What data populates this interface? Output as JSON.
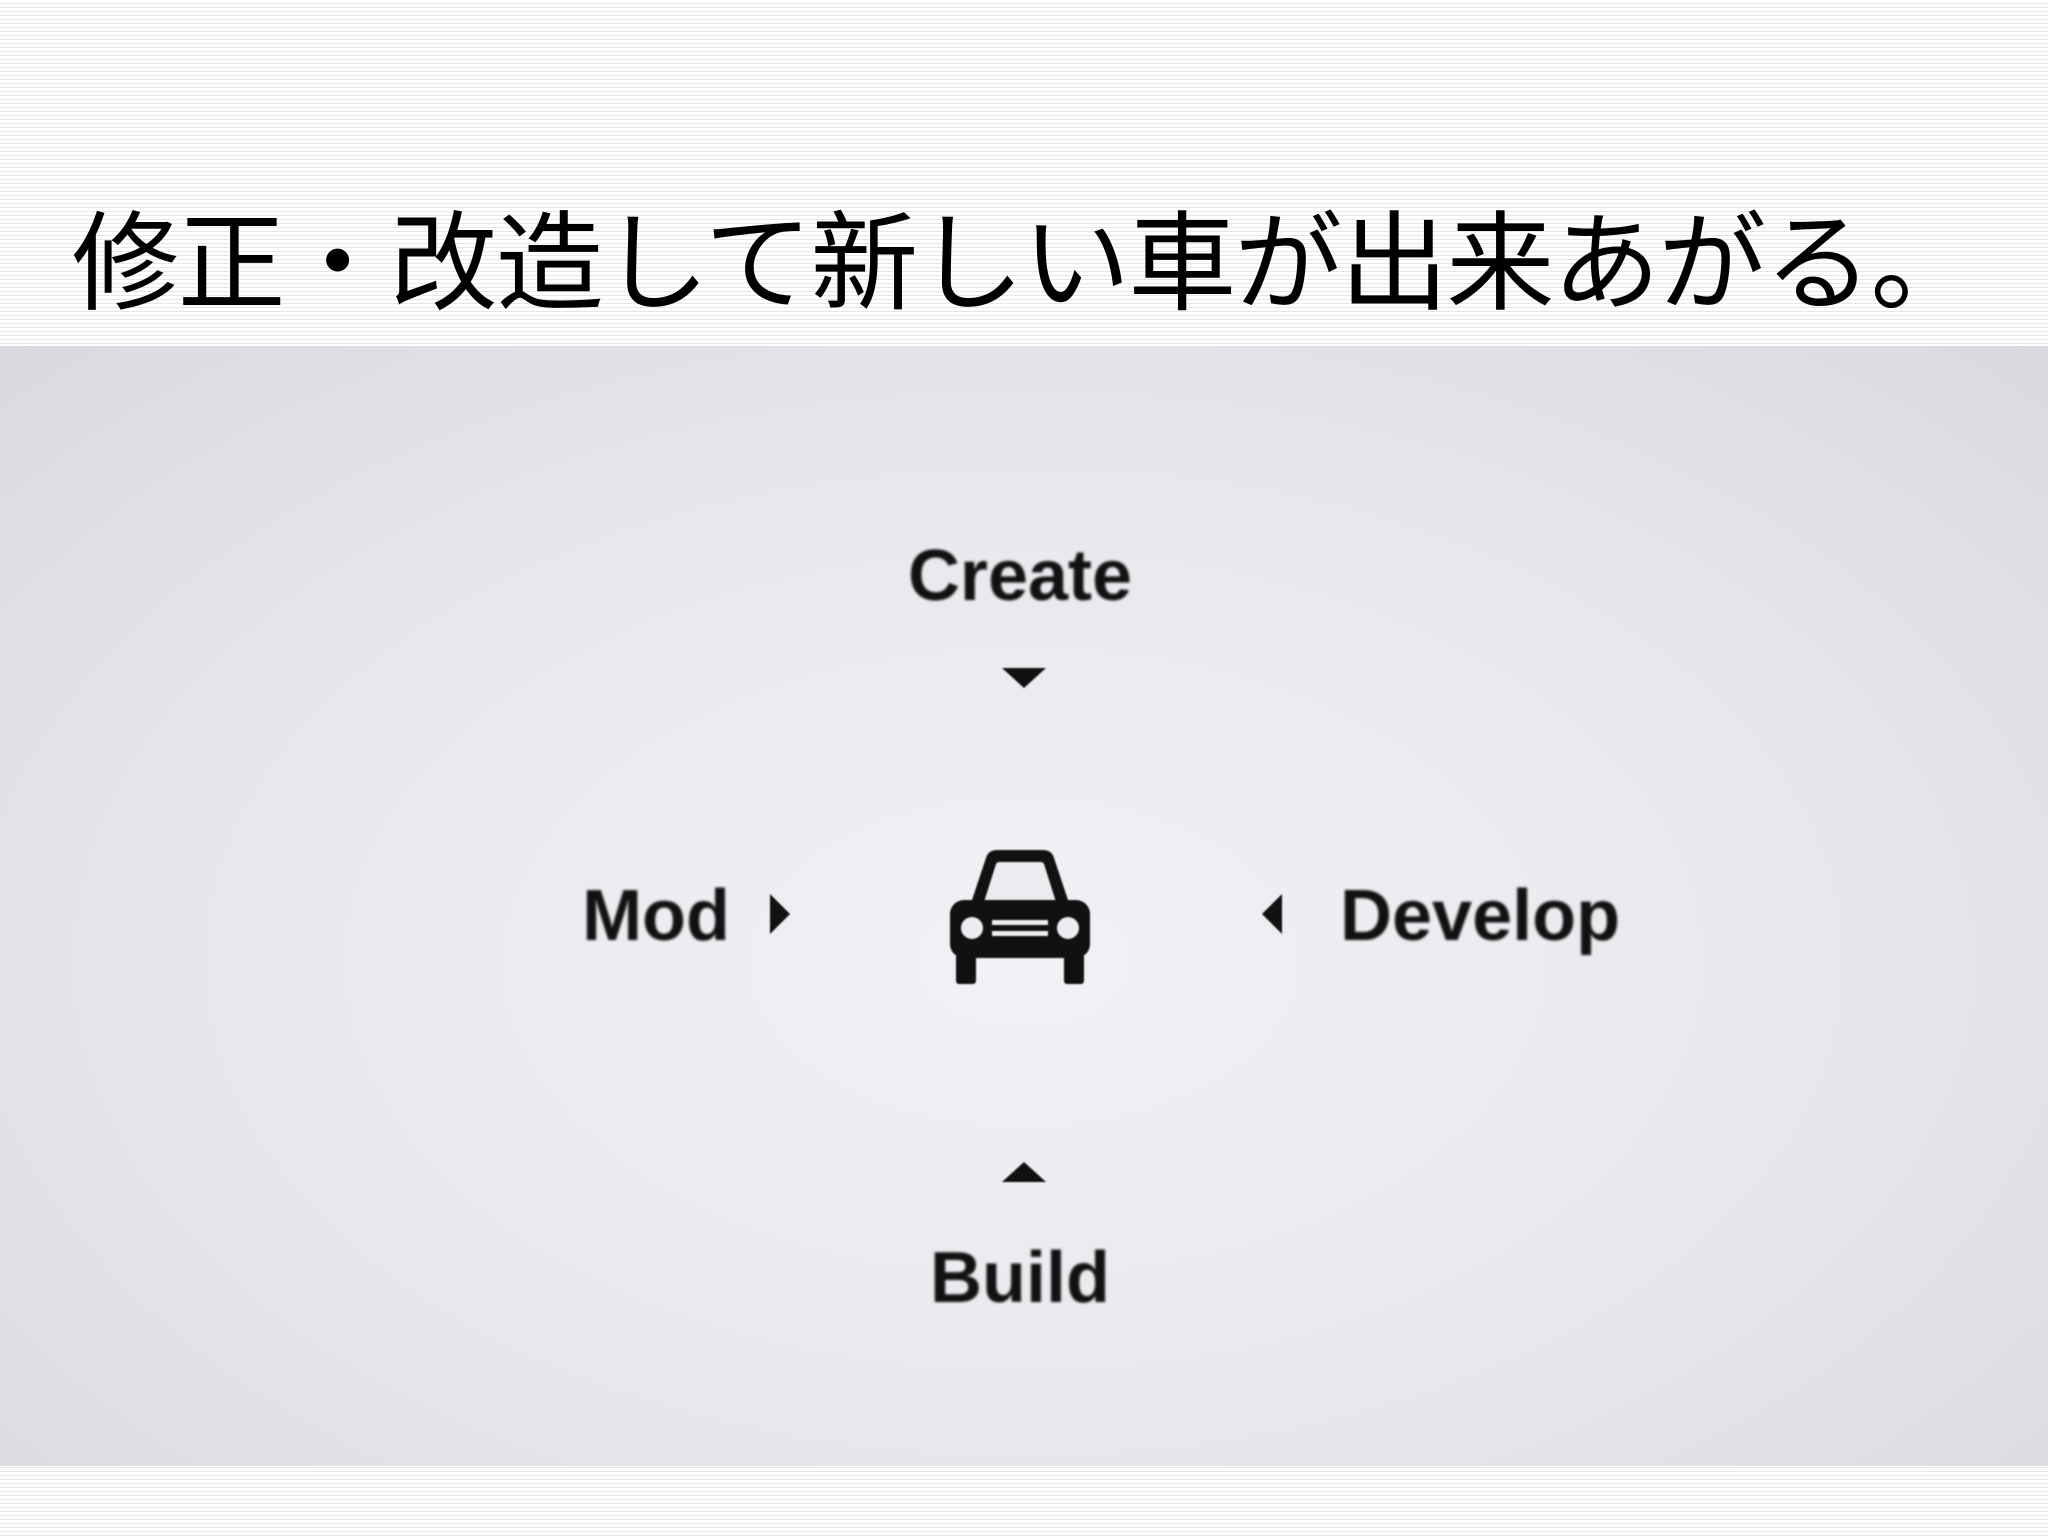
{
  "slide": {
    "title": "修正・改造して新しい車が出来あがる。"
  },
  "diagram": {
    "top_label": "Create",
    "bottom_label": "Build",
    "left_label": "Mod",
    "right_label": "Develop",
    "center_icon": "car-icon",
    "arrow_icons": [
      "arrow-down-icon",
      "arrow-up-icon",
      "arrow-right-icon",
      "arrow-left-icon"
    ],
    "colors": {
      "text": "#111111",
      "panel_background": "#e7e7ec"
    }
  }
}
